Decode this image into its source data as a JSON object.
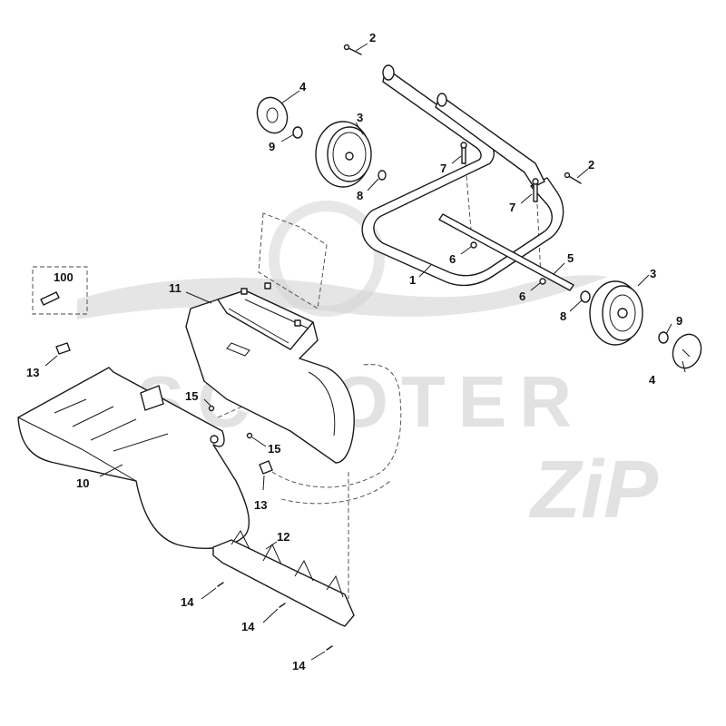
{
  "diagram": {
    "watermark": {
      "word": "SCOOTER",
      "script": "ZiP"
    },
    "callouts": {
      "c2a": "2",
      "c2b": "2",
      "c4a": "4",
      "c4b": "4",
      "c3a": "3",
      "c3b": "3",
      "c9a": "9",
      "c9b": "9",
      "c8a": "8",
      "c8b": "8",
      "c7a": "7",
      "c7b": "7",
      "c6a": "6",
      "c6b": "6",
      "c5": "5",
      "c1": "1",
      "c100": "100",
      "c11": "11",
      "c13a": "13",
      "c13b": "13",
      "c15a": "15",
      "c15b": "15",
      "c10": "10",
      "c12": "12",
      "c14a": "14",
      "c14b": "14",
      "c14c": "14"
    }
  }
}
